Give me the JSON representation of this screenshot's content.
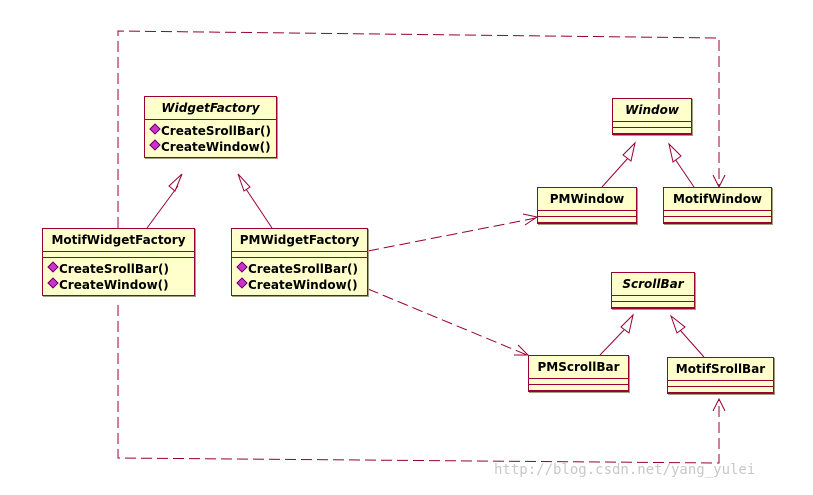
{
  "classes": {
    "widget_factory": {
      "name": "WidgetFactory",
      "ops": [
        "CreateSrollBar()",
        "CreateWindow()"
      ]
    },
    "motif_widget_factory": {
      "name": "MotifWidgetFactory",
      "ops": [
        "CreateSrollBar()",
        "CreateWindow()"
      ]
    },
    "pm_widget_factory": {
      "name": "PMWidgetFactory",
      "ops": [
        "CreateSrollBar()",
        "CreateWindow()"
      ]
    },
    "window": {
      "name": "Window"
    },
    "pm_window": {
      "name": "PMWindow"
    },
    "motif_window": {
      "name": "MotifWindow"
    },
    "scroll_bar": {
      "name": "ScrollBar"
    },
    "pm_scroll_bar": {
      "name": "PMScrollBar"
    },
    "motif_scroll_bar": {
      "name": "MotifSrollBar"
    }
  },
  "watermark": "http://blog.csdn.net/yang_yulei",
  "colors": {
    "class_fill": "#ffffcc",
    "class_border": "#990033",
    "line": "#990033",
    "operation_marker": "#cc33cc"
  }
}
